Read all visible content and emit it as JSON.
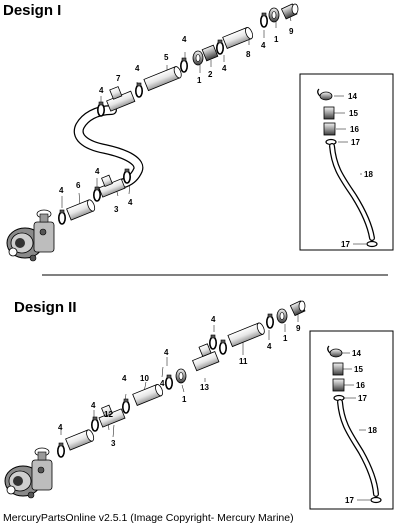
{
  "sections": [
    {
      "title": "Design I"
    },
    {
      "title": "Design II"
    }
  ],
  "footer": {
    "text": "MercuryPartsOnline v2.5.1 (Image Copyright- Mercury Marine)"
  },
  "callouts": {
    "d1": [
      "9",
      "1",
      "4",
      "8",
      "4",
      "2",
      "1",
      "4",
      "5",
      "4",
      "7",
      "4",
      "6",
      "4",
      "4",
      "3",
      "4"
    ],
    "d2": [
      "9",
      "1",
      "4",
      "11",
      "4",
      "4",
      "13",
      "1",
      "4",
      "10",
      "4",
      "12",
      "4",
      "4",
      "3"
    ]
  },
  "insets": {
    "d1": [
      "14",
      "15",
      "16",
      "17",
      "18",
      "17"
    ],
    "d2": [
      "14",
      "15",
      "16",
      "17",
      "18",
      "17"
    ]
  }
}
